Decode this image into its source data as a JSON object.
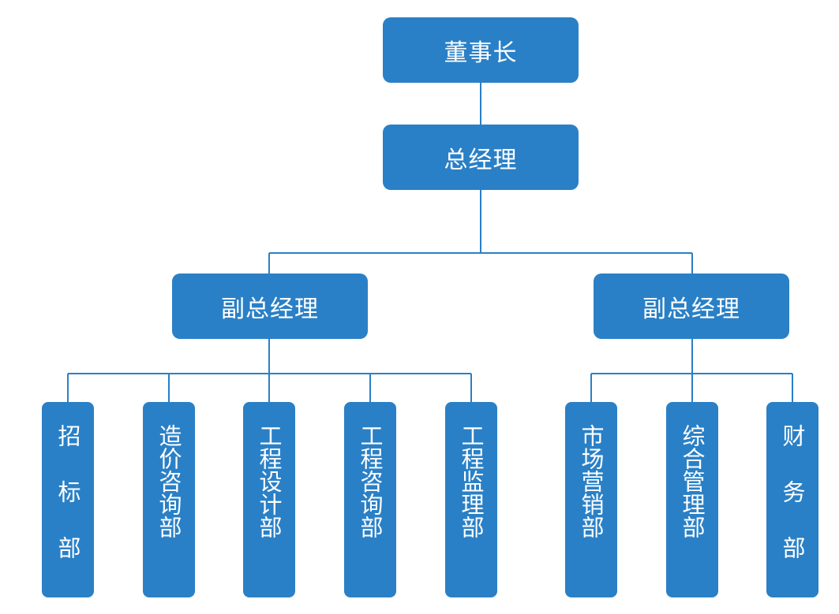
{
  "chart": {
    "chairman": "董事长",
    "general_manager": "总经理",
    "deputy_left": "副总经理",
    "deputy_right": "副总经理",
    "departments_left": [
      "招标部",
      "造价咨询部",
      "工程设计部",
      "工程咨询部",
      "工程监理部"
    ],
    "departments_right": [
      "市场营销部",
      "综合管理部",
      "财务部"
    ]
  },
  "colors": {
    "box_fill": "#2a80c6",
    "line": "#2a80c6",
    "text": "#ffffff"
  }
}
